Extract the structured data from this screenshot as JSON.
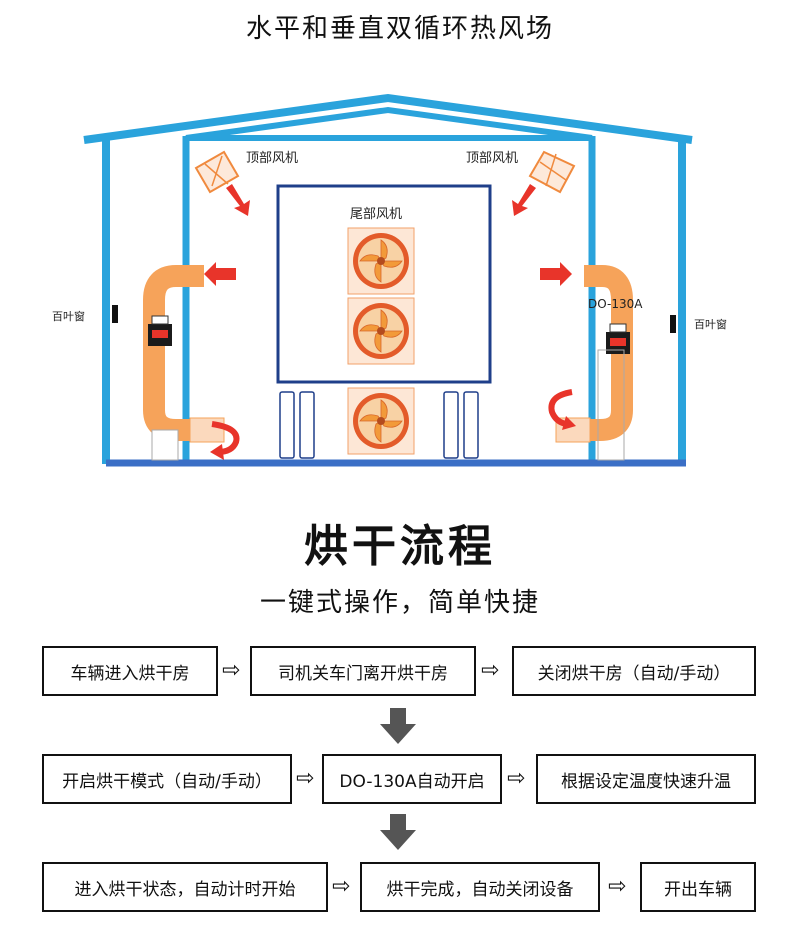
{
  "top_title": "水平和垂直双循环热风场",
  "diagram": {
    "labels": {
      "top_fan_left": "顶部风机",
      "top_fan_right": "顶部风机",
      "tail_fan": "尾部风机",
      "louver_left": "百叶窗",
      "louver_right": "百叶窗",
      "unit_model": "DO-130A"
    },
    "colors": {
      "frame": "#2aa3dc",
      "duct": "#f6a35a",
      "arrow": "#e8342a",
      "chamber": "#1f3f8a",
      "floor": "#3b6fc6"
    }
  },
  "flow": {
    "title": "烘干流程",
    "subtitle": "一键式操作，简单快捷",
    "arrow_right_glyph": "⇨",
    "rows": [
      [
        "车辆进入烘干房",
        "司机关车门离开烘干房",
        "关闭烘干房（自动/手动）"
      ],
      [
        "开启烘干模式（自动/手动）",
        "DO-130A自动开启",
        "根据设定温度快速升温"
      ],
      [
        "进入烘干状态，自动计时开始",
        "烘干完成，自动关闭设备",
        "开出车辆"
      ]
    ]
  }
}
